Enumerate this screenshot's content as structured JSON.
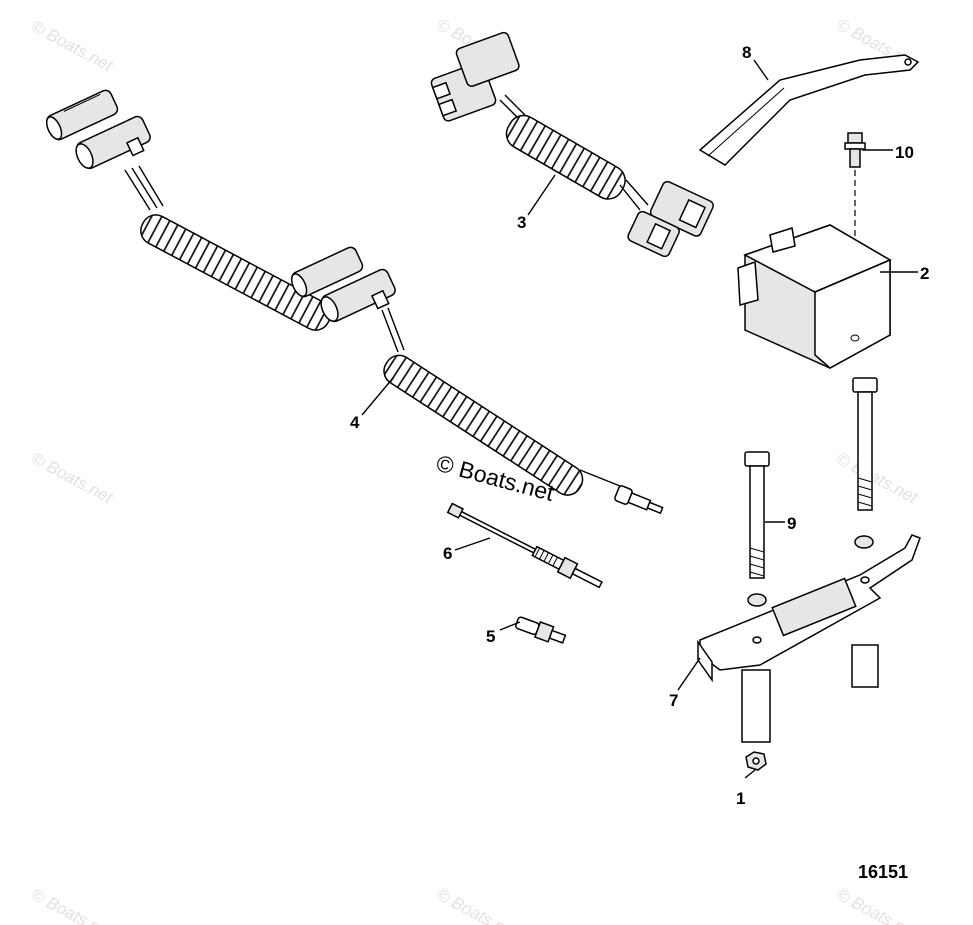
{
  "watermark": "© Boats.net",
  "copyright_label": "© Boats.net",
  "figure_number": "16151",
  "callouts": {
    "c1": "1",
    "c2": "2",
    "c3": "3",
    "c4": "4",
    "c5": "5",
    "c6": "6",
    "c7": "7",
    "c8": "8",
    "c9": "9",
    "c10": "10"
  }
}
